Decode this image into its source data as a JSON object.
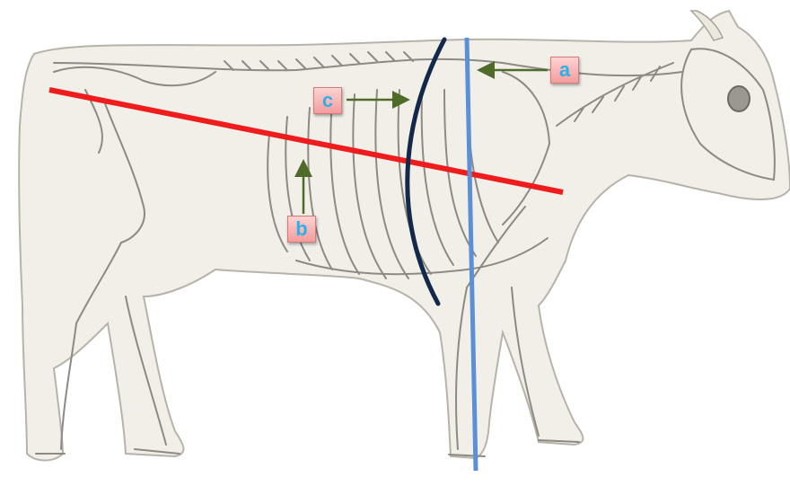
{
  "diagram": {
    "labels": {
      "a": "a",
      "b": "b",
      "c": "c"
    },
    "colors": {
      "line_red": "#ee1c1c",
      "line_blue": "#5b8fd6",
      "curve_navy": "#14284a",
      "arrow_green": "#4f6b2a",
      "label_text": "#2bb0e8",
      "label_fill": "#f7b4b4",
      "body_fill": "#f1efe8",
      "bone_stroke": "#8d8a84"
    },
    "subject": "cow-skeleton-side-view"
  }
}
